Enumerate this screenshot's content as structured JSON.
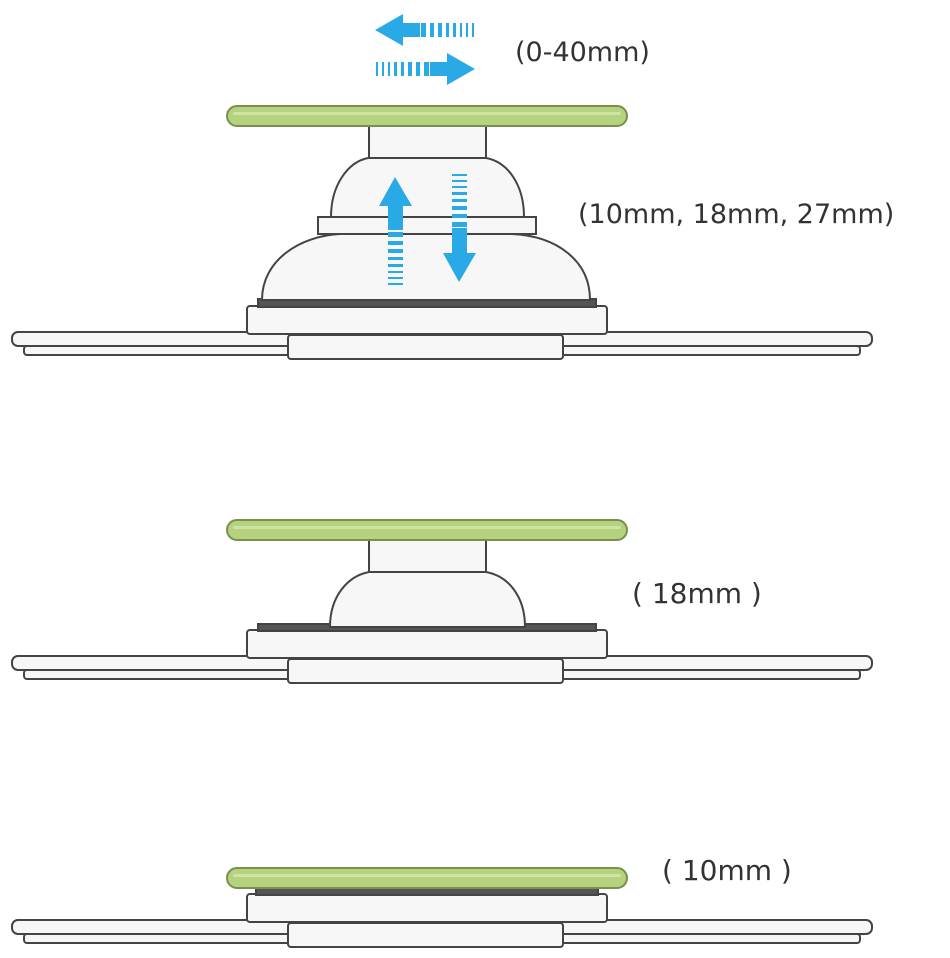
{
  "labels": {
    "slide_range": "(0-40mm)",
    "height_options": "(10mm, 18mm, 27mm)",
    "height_18": "( 18mm )",
    "height_10": "( 10mm )"
  },
  "colors": {
    "top_plate": "#b5d27f",
    "top_plate_edge": "#7a8f4e",
    "arrow": "#29a9e6",
    "outline": "#444444",
    "body_fill": "#f7f7f7"
  },
  "icons": {
    "horizontal_arrows": "left-right-arrows-icon",
    "vertical_arrows": "up-down-arrows-icon"
  }
}
